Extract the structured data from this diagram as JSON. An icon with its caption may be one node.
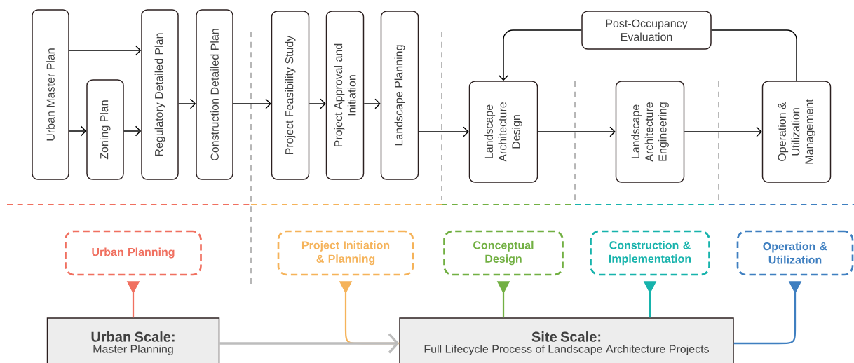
{
  "diagram": {
    "nodes": [
      {
        "text": [
          "Urban Master Plan"
        ]
      },
      {
        "text": [
          "Zoning Plan"
        ]
      },
      {
        "text": [
          "Regulatory Detailed Plan"
        ]
      },
      {
        "text": [
          "Construction Detailed Plan"
        ]
      },
      {
        "text": [
          "Project Feasibility Study"
        ]
      },
      {
        "text": [
          "Project Approval and Initiation"
        ]
      },
      {
        "text": [
          "Landscape Planning"
        ]
      },
      {
        "text": [
          "Post-Occupancy Evaluation"
        ]
      },
      {
        "text": [
          "Landscape Architecture Design"
        ]
      },
      {
        "text": [
          "Landscape Architecture Engineering"
        ]
      },
      {
        "text": [
          "Operation & Utilization Management"
        ]
      },
      {
        "text": [
          "Urban Planning"
        ]
      },
      {
        "text": [
          "Project Initiation & Planning"
        ]
      },
      {
        "text": [
          "Conceptual Design"
        ]
      },
      {
        "text": [
          "Construction & Implementation"
        ]
      },
      {
        "text": [
          "Operation & Utilization"
        ]
      },
      {
        "text": [
          "Urban Scale:",
          "Master Planning"
        ]
      },
      {
        "text": [
          "Site Scale:",
          "Full Lifecycle Process of Landscape Architecture Projects"
        ]
      }
    ],
    "edges": [
      {
        "from": 0,
        "to": 2,
        "arrow": "to"
      },
      {
        "from": 0,
        "to": 1,
        "arrow": "to"
      },
      {
        "from": 1,
        "to": 2,
        "arrow": "to"
      },
      {
        "from": 2,
        "to": 3,
        "arrow": "to"
      },
      {
        "from": 3,
        "to": 4,
        "arrow": "to"
      },
      {
        "from": 4,
        "to": 5,
        "arrow": "to"
      },
      {
        "from": 5,
        "to": 6,
        "arrow": "to"
      },
      {
        "from": 6,
        "to": 8,
        "arrow": "to"
      },
      {
        "from": 8,
        "to": 9,
        "arrow": "to"
      },
      {
        "from": 9,
        "to": 10,
        "arrow": "to"
      },
      {
        "from": 10,
        "to": 7,
        "arrow": "none"
      },
      {
        "from": 7,
        "to": 8,
        "arrow": "to"
      },
      {
        "from": 11,
        "to": 16,
        "arrow": "to",
        "color": "#f07060"
      },
      {
        "from": 12,
        "to": 17,
        "arrow": "to",
        "color": "#f5b35a"
      },
      {
        "from": 13,
        "to": 17,
        "arrow": "to",
        "color": "#72b043"
      },
      {
        "from": 14,
        "to": 17,
        "arrow": "to",
        "color": "#17b3ac"
      },
      {
        "from": 15,
        "to": 17,
        "arrow": "to",
        "color": "#3f7fc0"
      },
      {
        "from": 16,
        "to": 17,
        "arrow": "to",
        "style": "thick",
        "color": "#bdbdbd"
      }
    ]
  }
}
